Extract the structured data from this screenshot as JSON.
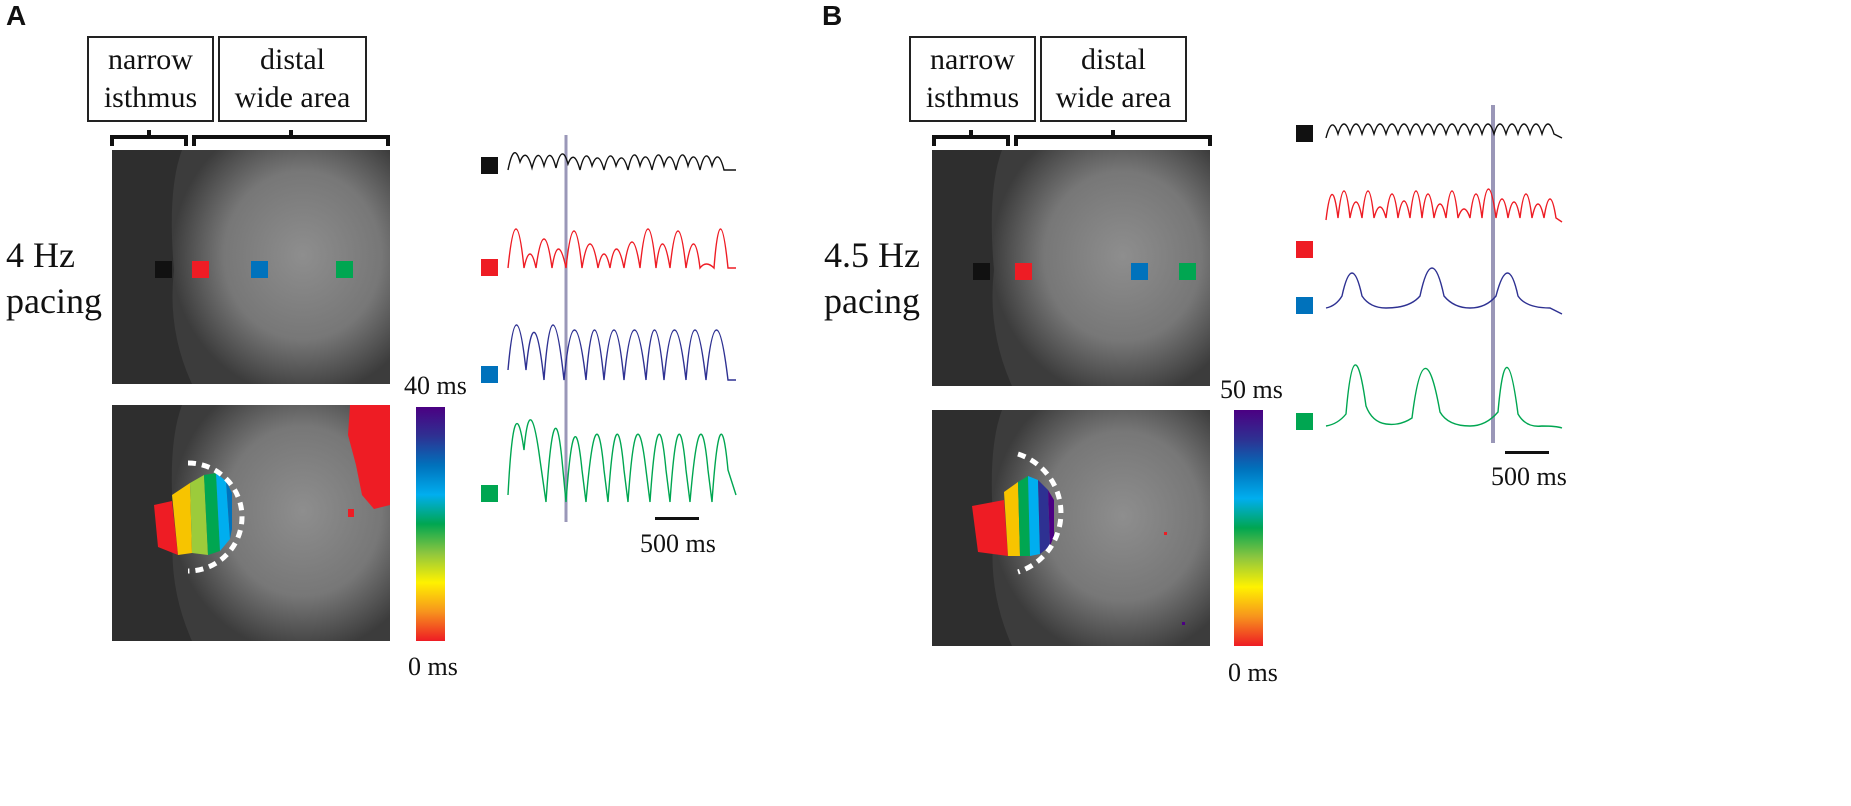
{
  "panels": [
    {
      "letter": "A",
      "region_labels": [
        {
          "line1": "narrow",
          "line2": "isthmus"
        },
        {
          "line1": "distal",
          "line2": "wide area"
        }
      ],
      "pacing": {
        "line1": "4 Hz",
        "line2": "pacing"
      },
      "colorbar": {
        "max_label": "40 ms",
        "min_label": "0 ms"
      },
      "scalebar_label": "500 ms",
      "traces": [
        "black",
        "red",
        "blue",
        "green"
      ]
    },
    {
      "letter": "B",
      "region_labels": [
        {
          "line1": "narrow",
          "line2": "isthmus"
        },
        {
          "line1": "distal",
          "line2": "wide area"
        }
      ],
      "pacing": {
        "line1": "4.5 Hz",
        "line2": "pacing"
      },
      "colorbar": {
        "max_label": "50 ms",
        "min_label": "0 ms"
      },
      "scalebar_label": "500 ms",
      "traces": [
        "black",
        "red",
        "blue",
        "green"
      ]
    }
  ],
  "colors": {
    "black": "#111111",
    "red": "#ee1c24",
    "blue": "#0072bc",
    "green": "#00a651",
    "cursor": "#9a97b8"
  }
}
